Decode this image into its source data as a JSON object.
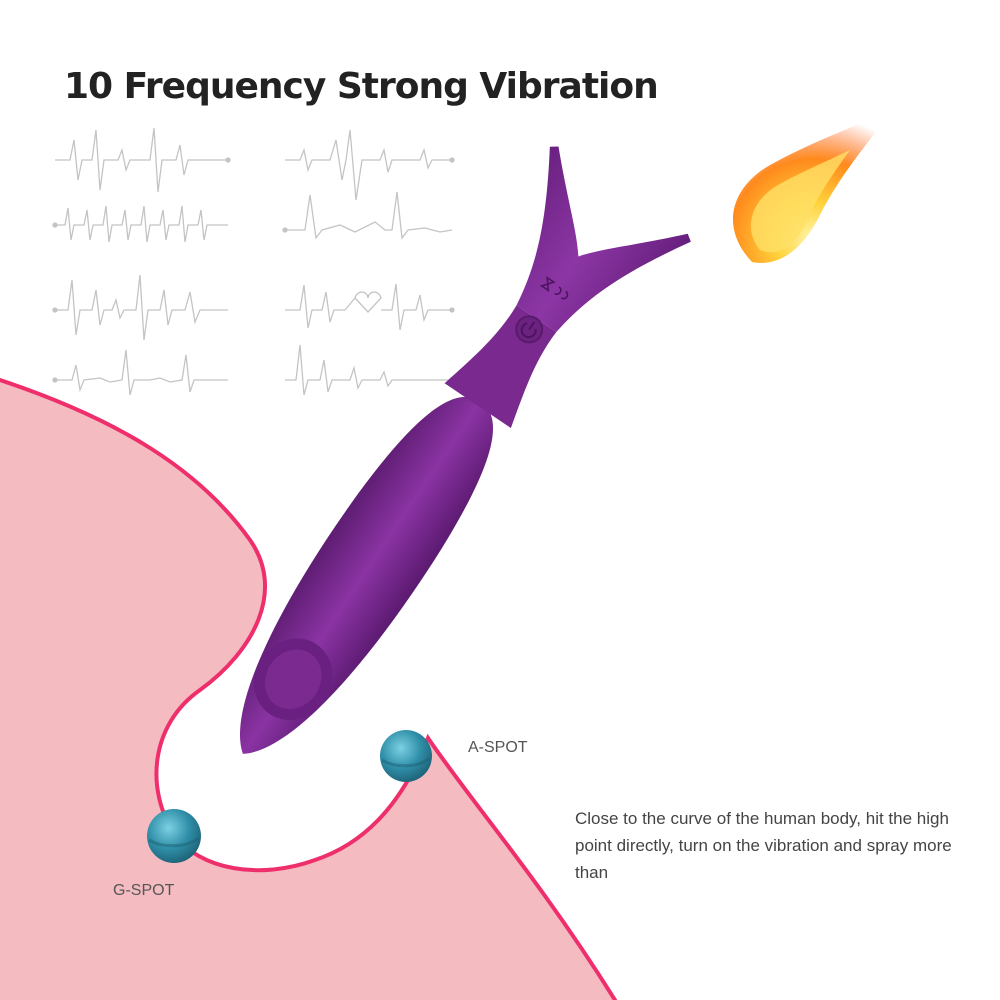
{
  "heading": "10 Frequency Strong Vibration",
  "spots": {
    "a_spot": "A-SPOT",
    "g_spot": "G-SPOT"
  },
  "description": "Close to the curve of the human body, hit the high point directly, turn on the vibration and spray more than",
  "colors": {
    "product_purple": "#7b2a90",
    "body_pink": "#f4bcc1",
    "body_outline": "#ee2f6b",
    "spot_ball": "#2f8fa8",
    "waveform_gray": "#c4c4c4",
    "heading_text": "#222222",
    "body_text": "#444444"
  }
}
